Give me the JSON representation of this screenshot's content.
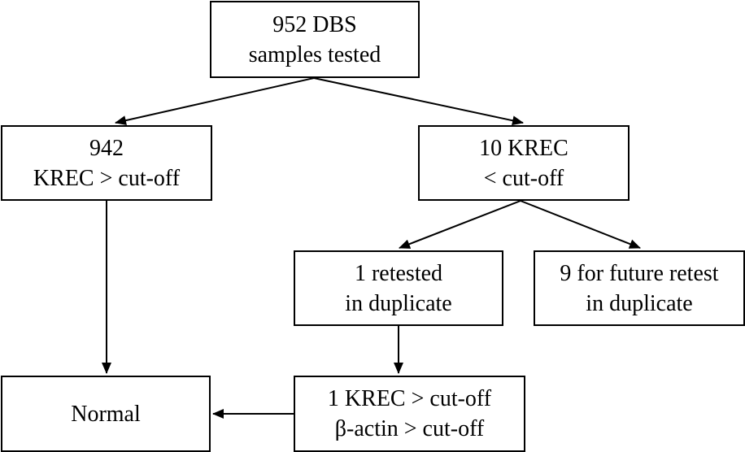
{
  "nodes": {
    "tested": {
      "line1": "952 DBS",
      "line2": "samples tested"
    },
    "above": {
      "line1": "942",
      "line2": "KREC > cut-off"
    },
    "below": {
      "line1": "10 KREC",
      "line2": "< cut-off"
    },
    "retest": {
      "line1": "1 retested",
      "line2": "in duplicate"
    },
    "future": {
      "line1": "9 for future retest",
      "line2": "in duplicate"
    },
    "normal": {
      "line1": "Normal"
    },
    "result": {
      "line1": "1 KREC > cut-off",
      "line2": "β-actin > cut-off"
    }
  },
  "edges": [
    {
      "from": "tested",
      "to": "above"
    },
    {
      "from": "tested",
      "to": "below"
    },
    {
      "from": "below",
      "to": "retest"
    },
    {
      "from": "below",
      "to": "future"
    },
    {
      "from": "above",
      "to": "normal"
    },
    {
      "from": "retest",
      "to": "result"
    },
    {
      "from": "result",
      "to": "normal"
    }
  ]
}
